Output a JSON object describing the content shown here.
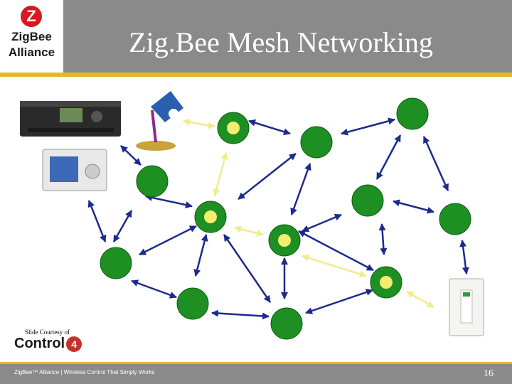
{
  "slide": {
    "title": "Zig.Bee Mesh Networking",
    "page_number": "16",
    "footer": "ZigBee™ Alliance | Wireless Control That Simply Works"
  },
  "logo": {
    "letter": "Z",
    "line1": "ZigBee",
    "line2": "Alliance"
  },
  "credit": {
    "courtesy": "Slide Courtesy of",
    "brand": "Control",
    "badge": "4"
  },
  "colors": {
    "header": "#8a8a8a",
    "accent": "#e7b823",
    "node_green": "#1e8f22",
    "node_yellow": "#f2ee70",
    "arrow_blue": "#1c2a8c",
    "arrow_yellow": "#f0ec8c"
  },
  "devices": [
    "media-receiver",
    "touch-panel",
    "desk-lamp",
    "light-switch"
  ],
  "nodes": [
    {
      "id": "n1",
      "type": "router-end"
    },
    {
      "id": "n2",
      "type": "router"
    },
    {
      "id": "n3",
      "type": "router"
    },
    {
      "id": "n4",
      "type": "router"
    },
    {
      "id": "n5",
      "type": "router-end"
    },
    {
      "id": "n6",
      "type": "router-end"
    },
    {
      "id": "n7",
      "type": "router"
    },
    {
      "id": "n8",
      "type": "router"
    },
    {
      "id": "n9",
      "type": "router"
    },
    {
      "id": "n10",
      "type": "router"
    },
    {
      "id": "n11",
      "type": "router-end"
    },
    {
      "id": "n12",
      "type": "router"
    }
  ]
}
